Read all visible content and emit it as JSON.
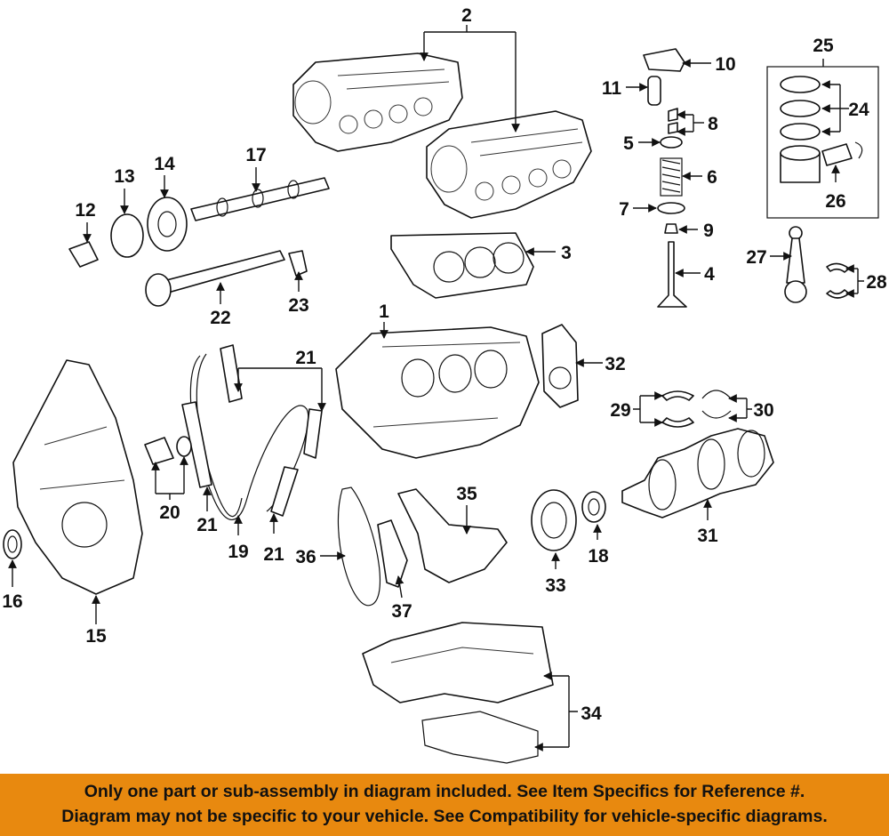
{
  "callouts": [
    "1",
    "2",
    "3",
    "4",
    "5",
    "6",
    "7",
    "8",
    "9",
    "10",
    "11",
    "12",
    "13",
    "14",
    "15",
    "16",
    "17",
    "18",
    "19",
    "20",
    "21",
    "22",
    "23",
    "24",
    "25",
    "26",
    "27",
    "28",
    "29",
    "30",
    "31",
    "32",
    "33",
    "34",
    "35",
    "36",
    "37"
  ],
  "extra_callouts": {
    "c21b": "21",
    "c21c": "21"
  },
  "footer": {
    "line1": "Only one part or sub-assembly in diagram included. See Item Specifics for Reference #.",
    "line2": "Diagram may not be specific to your vehicle. See Compatibility for vehicle-specific diagrams."
  },
  "colors": {
    "banner": "#e8890f",
    "ink": "#111111",
    "background": "#ffffff"
  }
}
